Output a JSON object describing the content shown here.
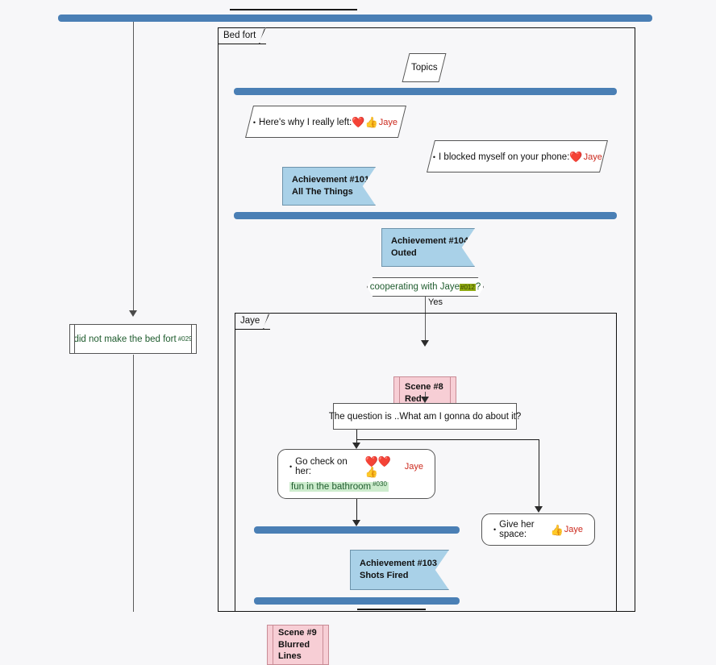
{
  "meta": {
    "colors": {
      "background": "#f7f7f9",
      "sync_bar_blue": "#4a7fb5",
      "achievement_fill": "#a9d1e8",
      "achievement_stroke": "#6d93ab",
      "scene_fill": "#f7ced5",
      "scene_stroke": "#c98c96",
      "speaker_red": "#cc2a1e",
      "variable_green": "#1f5c2e",
      "tag_olive": "#8faa12",
      "highlight_green": "#cdeccd",
      "stroke_dark": "#1a1a1a"
    }
  },
  "groups": {
    "bed_fort": {
      "label": "Bed fort"
    },
    "jaye": {
      "label": "Jaye"
    }
  },
  "nodes": {
    "topics": {
      "label": "Topics"
    },
    "dialogue_left": {
      "bullet": "•",
      "text": "Here's why I really left:",
      "emojis": "❤️👍",
      "speaker": "Jaye"
    },
    "dialogue_right": {
      "bullet": "•",
      "text": "I blocked myself on your phone:",
      "emojis": "❤️",
      "speaker": "Jaye"
    },
    "achievement_101": {
      "line1": "Achievement #101",
      "line2": "All The Things"
    },
    "achievement_104": {
      "line1": "Achievement #104",
      "line2": "Outed"
    },
    "condition": {
      "text": "cooperating with Jaye",
      "tag": "#012",
      "suffix": "?"
    },
    "edge_yes": {
      "label": "Yes"
    },
    "subroutine_bedfort": {
      "text": "did not make the bed fort",
      "tag": "#029"
    },
    "scene_8": {
      "line1": "Scene #8",
      "line2": "Red Handed"
    },
    "question": {
      "text": "The question is ..What am I gonna do about it?"
    },
    "go_check": {
      "bullet": "•",
      "text": "Go check on her:",
      "emojis": "❤️❤️👍",
      "speaker": "Jaye",
      "effect": "fun in the bathroom",
      "effect_tag": "#030"
    },
    "give_space": {
      "bullet": "•",
      "text": "Give her space:",
      "emojis": "👍",
      "speaker": "Jaye"
    },
    "scene_9": {
      "line1": "Scene #9",
      "line2": "Blurred Lines"
    },
    "achievement_103": {
      "line1": "Achievement #103",
      "line2": "Shots Fired"
    }
  }
}
